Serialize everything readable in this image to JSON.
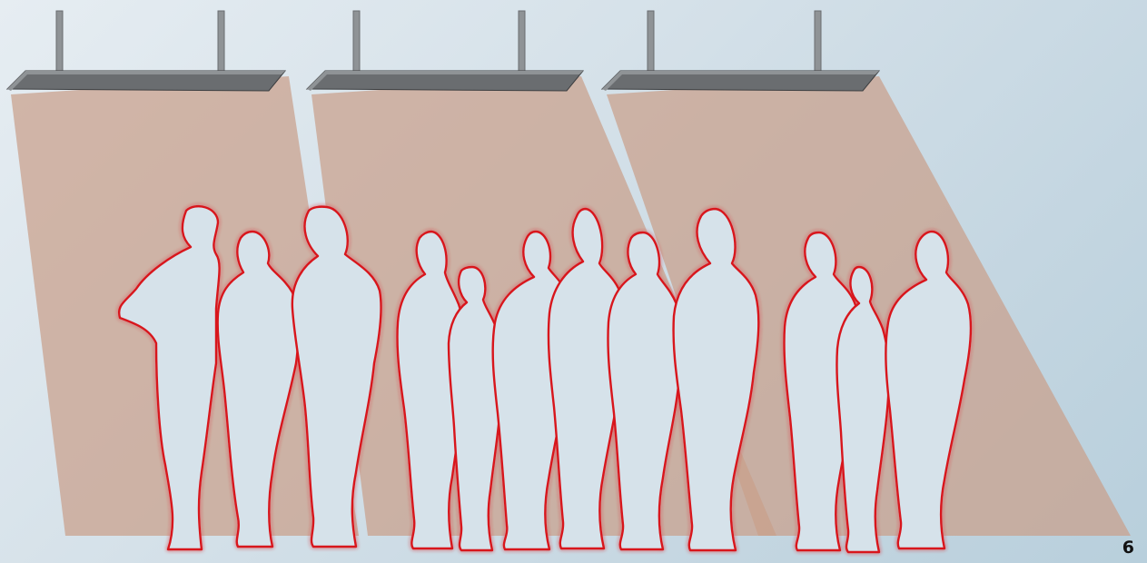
{
  "page_number": "6",
  "colors": {
    "background": "#d3e0e8",
    "light_beam": "#c9a08a",
    "fixture_body": "#6a6d70",
    "fixture_top": "#8f9396",
    "silhouette_outline": "#d8141c",
    "silhouette_fill": "#d6e2ea"
  },
  "scene": {
    "light_fixtures": [
      "ceiling-heater-1",
      "ceiling-heater-2",
      "ceiling-heater-3"
    ],
    "people_count": 12
  }
}
